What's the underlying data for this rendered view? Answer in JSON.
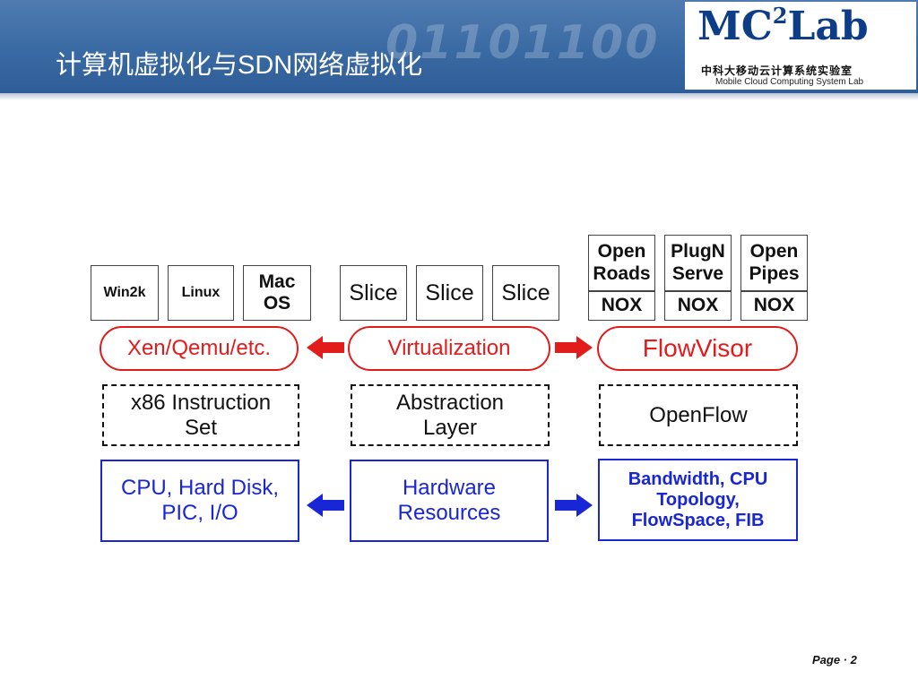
{
  "slide": {
    "title": "计算机虚拟化与SDN网络虚拟化",
    "header_decoration": "01101100",
    "page": "Page · 2"
  },
  "logo": {
    "main": "MC",
    "superscript": "2",
    "main_suffix": "Lab",
    "cn_name": "中科大移动云计算系统实验室",
    "en_name": "Mobile Cloud Computing System Lab"
  },
  "diagram": {
    "computer": {
      "guests": [
        "Win2k",
        "Linux",
        "Mac\nOS"
      ],
      "hypervisor": "Xen/Qemu/etc.",
      "abstraction": "x86 Instruction\nSet",
      "resources": "CPU, Hard Disk,\nPIC, I/O"
    },
    "generic": {
      "slices": [
        "Slice",
        "Slice",
        "Slice"
      ],
      "hypervisor": "Virtualization",
      "abstraction": "Abstraction\nLayer",
      "resources": "Hardware\nResources"
    },
    "network": {
      "apps": [
        "Open\nRoads",
        "PlugN\nServe",
        "Open\nPipes"
      ],
      "controllers": [
        "NOX",
        "NOX",
        "NOX"
      ],
      "hypervisor": "FlowVisor",
      "abstraction": "OpenFlow",
      "resources": "Bandwidth, CPU\nTopology,\nFlowSpace, FIB"
    },
    "colors": {
      "hypervisor": "#e21b1b",
      "resources": "#1826d6",
      "arrow_red": "#e21b1b",
      "arrow_blue": "#1826d6"
    }
  }
}
